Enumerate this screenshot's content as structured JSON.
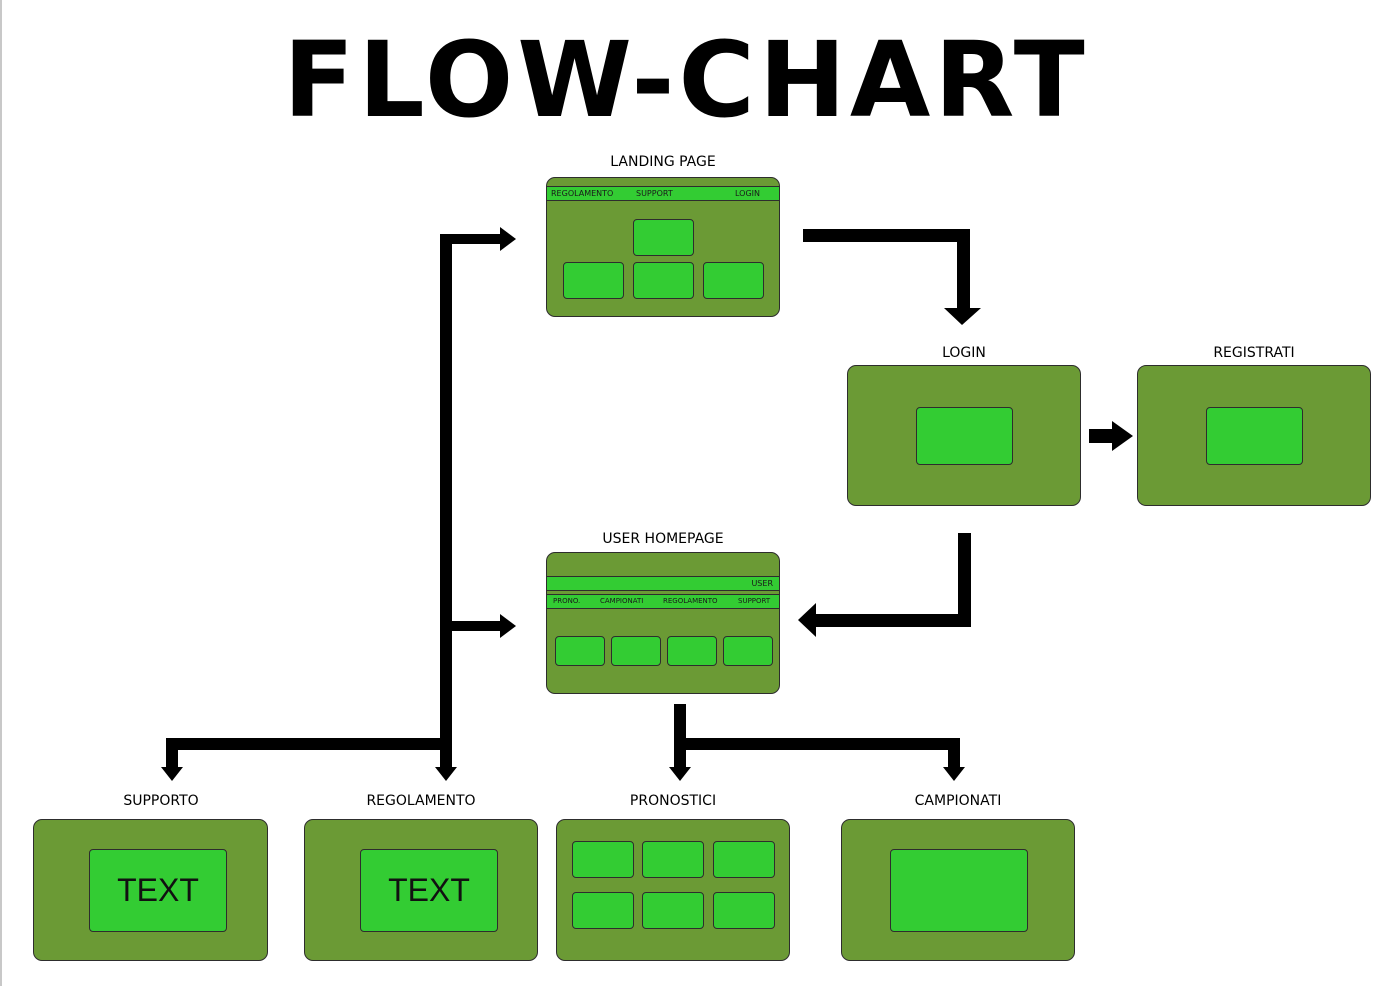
{
  "title": "FLOW-CHART",
  "colors": {
    "box": "#6b9a35",
    "inner": "#33cc33",
    "arrow": "#000000"
  },
  "nodes": {
    "landing": {
      "label": "LANDING PAGE",
      "nav": {
        "regolamento": "REGOLAMENTO",
        "support": "SUPPORT",
        "login": "LOGIN"
      }
    },
    "login": {
      "label": "LOGIN"
    },
    "registrati": {
      "label": "REGISTRATI"
    },
    "user_homepage": {
      "label": "USER HOMEPAGE",
      "user": "USER",
      "nav": {
        "prono": "PRONO.",
        "campionati": "CAMPIONATI",
        "regolamento": "REGOLAMENTO",
        "support": "SUPPORT"
      }
    },
    "supporto": {
      "label": "SUPPORTO",
      "text": "TEXT"
    },
    "regolamento": {
      "label": "REGOLAMENTO",
      "text": "TEXT"
    },
    "pronostici": {
      "label": "PRONOSTICI"
    },
    "campionati": {
      "label": "CAMPIONATI"
    }
  }
}
